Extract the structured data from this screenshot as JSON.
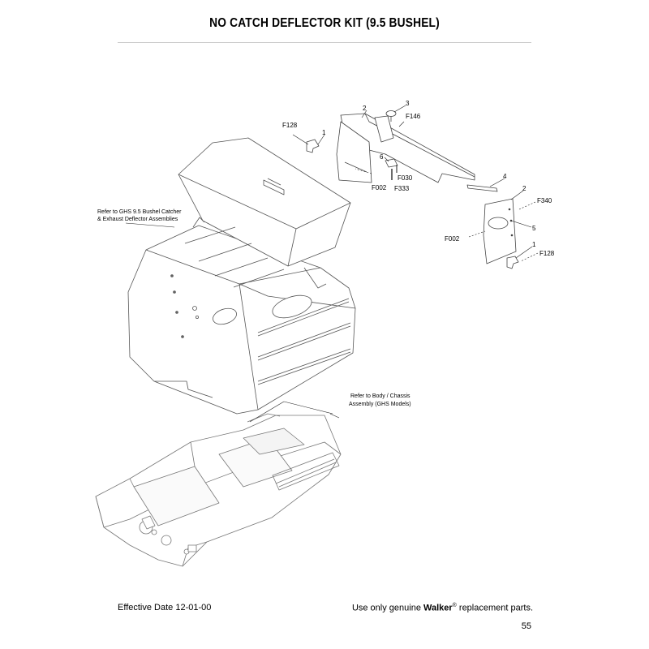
{
  "header": {
    "title": "NO CATCH DEFLECTOR KIT (9.5 BUSHEL)"
  },
  "notes": {
    "catcher_line1": "Refer to GHS 9.5 Bushel Catcher",
    "catcher_line2": "& Exhaust Deflector Assemblies",
    "body_line1": "Refer to Body / Chassis",
    "body_line2": "Assembly (GHS Models)"
  },
  "callouts": {
    "c1_top": "1",
    "c2_top": "2",
    "c3": "3",
    "c4": "4",
    "c2_right": "2",
    "c5": "5",
    "c6": "6",
    "c1_bottom": "1",
    "f128_top": "F128",
    "f146": "F146",
    "f002_top": "F002",
    "f333": "F333",
    "f030": "F030",
    "f340": "F340",
    "f002_bottom": "F002",
    "f128_bottom": "F128"
  },
  "footer": {
    "effective": "Effective Date 12-01-00",
    "right_pre": "Use only genuine ",
    "brand": "Walker",
    "reg": "®",
    "right_post": " replacement parts.",
    "page": "55"
  }
}
